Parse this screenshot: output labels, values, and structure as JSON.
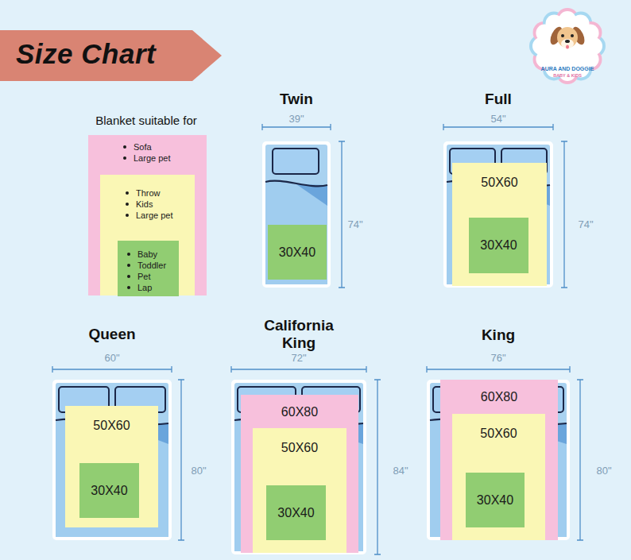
{
  "diagram": {
    "title": "Size Chart",
    "nodes": [
      {
        "text": [
          "Sofa",
          "Large pet"
        ]
      },
      {
        "text": [
          "Throw",
          "Kids",
          "Large pet"
        ],
        "in": 0
      },
      {
        "text": [
          "Baby",
          "Toddler",
          "Pet",
          "Lap"
        ],
        "in": 1
      },
      {
        "text": [
          "Twin"
        ]
      },
      {
        "text": [
          "30X40"
        ],
        "in": 3
      },
      {
        "text": [
          "Full"
        ]
      },
      {
        "text": [
          "50X60"
        ],
        "in": 5
      },
      {
        "text": [
          "30X40"
        ],
        "in": 6
      },
      {
        "text": [
          "Queen"
        ]
      },
      {
        "text": [
          "50X60"
        ],
        "in": 8
      },
      {
        "text": [
          "30X40"
        ],
        "in": 9
      },
      {
        "text": [
          "California King"
        ]
      },
      {
        "text": [
          "60X80"
        ],
        "in": 11
      },
      {
        "text": [
          "50X60"
        ],
        "in": 12
      },
      {
        "text": [
          "30X40"
        ],
        "in": 13
      },
      {
        "text": [
          "King"
        ]
      },
      {
        "text": [
          "60X80"
        ],
        "in": 15
      },
      {
        "text": [
          "50X60"
        ],
        "in": 16
      },
      {
        "text": [
          "30X40"
        ],
        "in": 17
      }
    ],
    "labels": [
      "AURA AND DOGGIE",
      "BABY & KIDS",
      "Blanket suitable for",
      "39\"",
      "74\"",
      "54\"",
      "74\"",
      "60\"",
      "80\"",
      "72\"",
      "84\"",
      "76\"",
      "80\""
    ]
  }
}
